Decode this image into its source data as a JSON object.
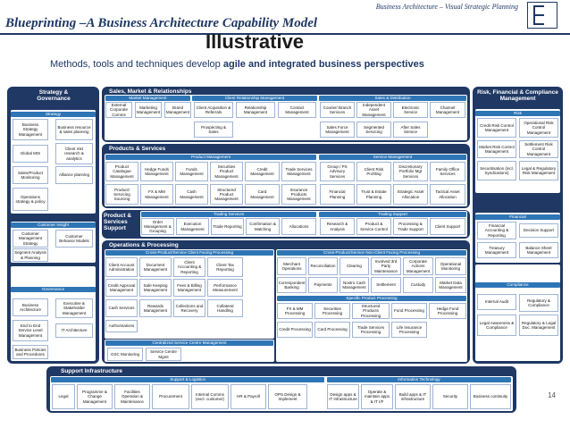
{
  "header": {
    "section": "Business Architecture – Visual Strategic Planning",
    "title": "Blueprinting –A Business Architecture Capability Model",
    "illustrative": "Illustrative",
    "subtitle_plain": "Methods, tools and techniques develop ",
    "subtitle_bold": "agile and integrated business perspectives"
  },
  "page_number": "14",
  "panels": {
    "strategy": "Strategy & Governance",
    "sales": "Sales, Market & Relationships",
    "products": "Products & Services",
    "product_support": "Product & Services Support",
    "operations": "Operations & Processing",
    "risk": "Risk, Financial & Compliance Management",
    "infra": "Support Infrastructure"
  },
  "categories": {
    "strategy": "Strategy",
    "customer_insight": "Customer Insight",
    "governance": "Governance",
    "market_mgmt": "Market Management",
    "crm": "Client Relationship Management",
    "sales_dist": "Sales & Distribution",
    "product_mgmt": "Product Management",
    "service_mgmt": "Service Management",
    "trading_services": "Trading Services",
    "trading_support": "Trading Support",
    "cross_product": "Cross-Product/Service Client Facing Processing",
    "cross_non": "Cross-Product/Service Non-Client Facing Processing",
    "specific": "Specific Product Processing",
    "centralized": "Centralized Service Centre Management",
    "risk": "Risk",
    "financial": "Financial",
    "compliance": "Compliance",
    "support_logistics": "Support & Logistics",
    "it": "Information Technology"
  },
  "boxes": {
    "s1": "Business Strategy Management",
    "s2": "Business resource & sales planning",
    "s3": "Global MIS",
    "s4": "Client mkt research & analytics",
    "s5": "Sales/Product Monitoring",
    "s6": "Alliance planning",
    "s7": "Operations strategy & policy",
    "ci1": "Customer Management Strategy",
    "ci2": "Customer Behavior Models",
    "ci3": "Segment Analysis & Planning",
    "g1": "Business Architecture",
    "g2": "Executive & Stakeholder Management",
    "g3": "End to End Service Level Management",
    "g4": "IT Architecture",
    "g5": "Business Policies and Procedures",
    "m1": "External Corporate Comms",
    "m2": "Marketing Management",
    "m3": "Brand Management",
    "c1": "Client Acquisition & Referrals",
    "c2": "Relationship Management",
    "c3": "Contact Management",
    "c4": "Prospecting & Sales",
    "sd1": "Courier/ Branch Services",
    "sd2": "Independent Asset Management",
    "sd3": "Electronic Service",
    "sd4": "Channel Management",
    "sd5": "Sales Force Management",
    "sd6": "Segmented Servicing",
    "sd7": "After Sales Service",
    "p1": "Product Catalogue Management",
    "p2": "Hedge Funds Management",
    "p3": "Funds Management",
    "p4": "Securities Product Management",
    "p5": "Credit Management",
    "p6": "Trade Services Management",
    "p7": "Product/ Servicing Sourcing",
    "p8": "FX & MM Management",
    "p9": "Cash Management",
    "p10": "Structured Product Management",
    "p11": "Card Management",
    "p12": "Insurance Products Management",
    "sv1": "Group / PS Advisory Services",
    "sv2": "Client Risk Profiling",
    "sv3": "Discretionary Portfolio Mgt Services",
    "sv4": "Family Office Services",
    "sv5": "Financial Planning",
    "sv6": "Trust & Estate Planning",
    "sv7": "Strategic Asset Allocation",
    "sv8": "Tactical Asset Allocation",
    "t1": "Order Management & Grouping",
    "t2": "Execution Management",
    "t3": "Trade Reporting",
    "t4": "Confirmation & Matching",
    "t5": "Allocations",
    "ts1": "Research & Analysis",
    "ts2": "Product & Service Control",
    "ts3": "Processing & Trade Support",
    "ts4": "Client Support",
    "o1": "Client Account Administration",
    "o2": "Document Management",
    "o3": "Client Accounting & Reporting",
    "o4": "Client Tax Reporting",
    "o5": "Credit Approval Management",
    "o6": "Safe Keeping Management",
    "o7": "Fees & Billing Management",
    "o8": "Performance Measurement",
    "o9": "Cash Services",
    "o10": "Rewards Management",
    "o11": "Collections and Recovery",
    "o12": "Collateral Handling",
    "o13": "Authorisations",
    "n1": "Merchant Operations",
    "n2": "Reconciliation",
    "n3": "Clearing",
    "n4": "Involved 3rd Party Maintenance",
    "n5": "Corporate Actions Management",
    "n6": "Operational Monitoring",
    "n7": "Correspondent Banking",
    "n8": "Payments",
    "n9": "Nostro Cash Management",
    "n10": "Settlement",
    "n11": "Custody",
    "n12": "Market Data Management",
    "sp1": "FX & MM Processing",
    "sp2": "Securities Processing",
    "sp3": "Structured Products Processing",
    "sp4": "Fund Processing",
    "sp5": "Hedge Fund Processing",
    "sp6": "Credit Processing",
    "sp7": "Card Processing",
    "sp8": "Trade Services Processing",
    "sp9": "Life Insurance Processing",
    "cs1": "GSC Monitoring",
    "cs2": "Service Centre Mgmt",
    "r1": "Credit Risk Control Management",
    "r2": "Operational Risk Control Management",
    "r3": "Market Risk Control Management",
    "r4": "Settlement Risk Control Management",
    "r5": "Securitisation (incl. Syndications)",
    "r6": "Legal & Regulatory Risk Management",
    "f1": "Financial Accounting & Reporting",
    "f2": "Decision Support",
    "f3": "Treasury Management",
    "f4": "Balance Sheet Management",
    "cp1": "Internal Audit",
    "cp2": "Regulatory & Compliance",
    "cp3": "Legal Awareness & Compliance",
    "cp4": "Regulatory & Legal Doc. Management",
    "i1": "Legal",
    "i2": "Programme & Change Management",
    "i3": "Facilities Operation & Maintenance",
    "i4": "Procurement",
    "i5": "Internal Comms (excl. customer)",
    "i6": "HR & Payroll",
    "i7": "OPS Design & Implement",
    "i8": "Design apps & IT infrastructure",
    "i9": "Operate & maintain apps & IT I/F",
    "i10": "Build apps & IT infrastructure",
    "i11": "Security",
    "i12": "Business continuity"
  }
}
